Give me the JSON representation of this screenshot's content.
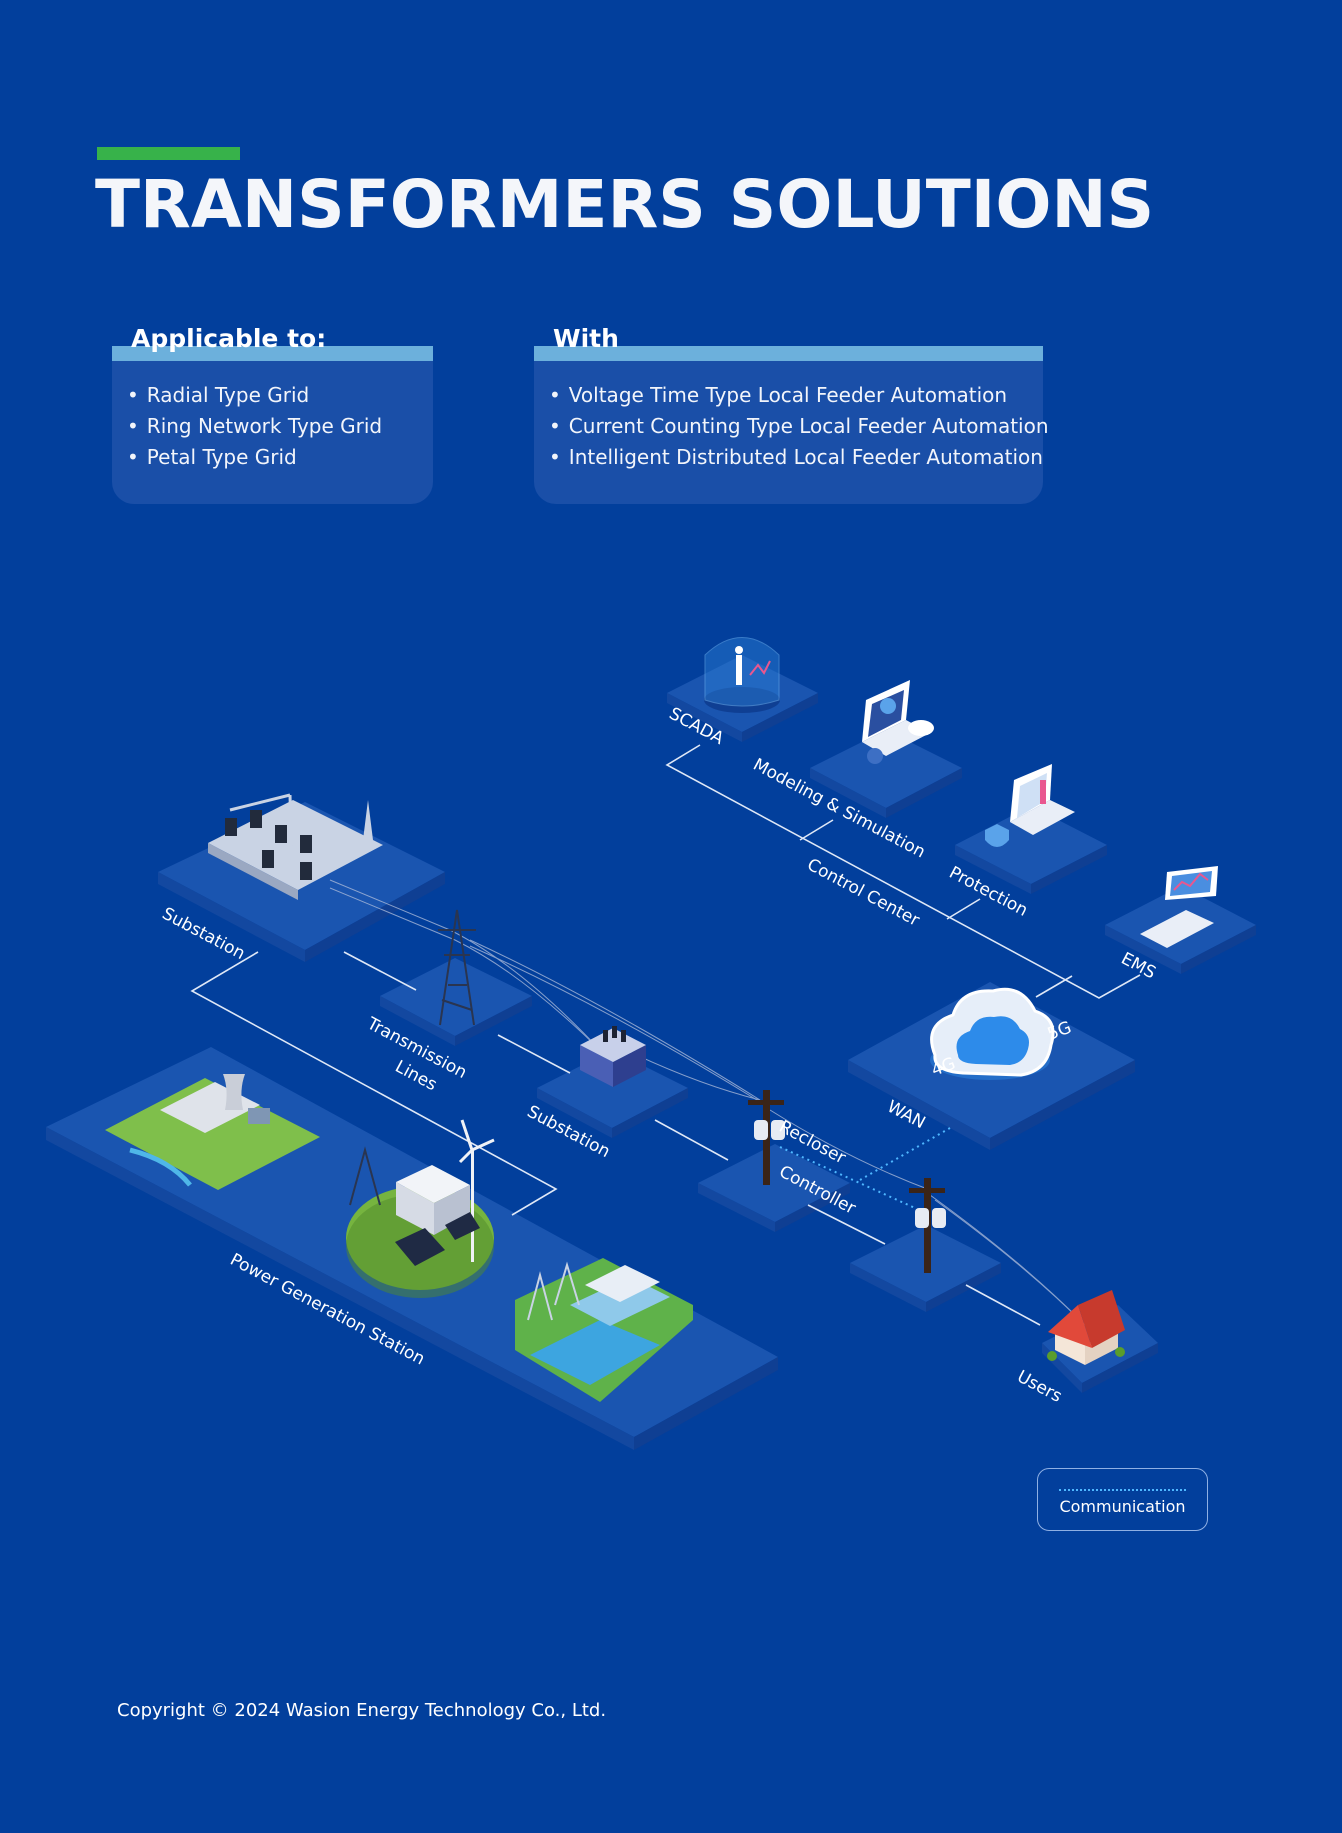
{
  "page": {
    "title": "TRANSFORMERS SOLUTIONS",
    "accent_color": "#37b24a",
    "background_color": "#023f9c"
  },
  "applicable": {
    "heading": "Applicable to:",
    "items": [
      "Radial Type Grid",
      "Ring Network Type Grid",
      "Petal Type Grid"
    ]
  },
  "with": {
    "heading": "With",
    "items": [
      "Voltage Time Type Local Feeder Automation",
      "Current Counting Type Local Feeder Automation",
      "Intelligent Distributed Local Feeder Automation"
    ]
  },
  "diagram": {
    "labels": {
      "scada": "SCADA",
      "modeling": "Modeling & Simulation",
      "control_center": "Control Center",
      "protection": "Protection",
      "ems": "EMS",
      "substation_top": "Substation",
      "transmission_1": "Transmission",
      "transmission_2": "Lines",
      "substation_mid": "Substation",
      "power_generation": "Power Generation Station",
      "recloser": "Recloser",
      "controller": "Controller",
      "wan": "WAN",
      "cloud_5g": "5G",
      "cloud_4g": "4G",
      "users": "Users"
    },
    "icons": [
      "scada-hologram-icon",
      "modeling-laptop-icon",
      "protection-laptop-icon",
      "ems-laptop-icon",
      "substation-icon",
      "transmission-tower-icon",
      "transformer-icon",
      "power-plant-icon",
      "wind-solar-icon",
      "hydro-dam-icon",
      "utility-pole-icon",
      "cloud-icon",
      "house-icon"
    ]
  },
  "legend": {
    "label": "Communication",
    "line_color": "#4fb7ff"
  },
  "footer": {
    "copyright": "Copyright © 2024 Wasion Energy Technology Co., Ltd."
  }
}
